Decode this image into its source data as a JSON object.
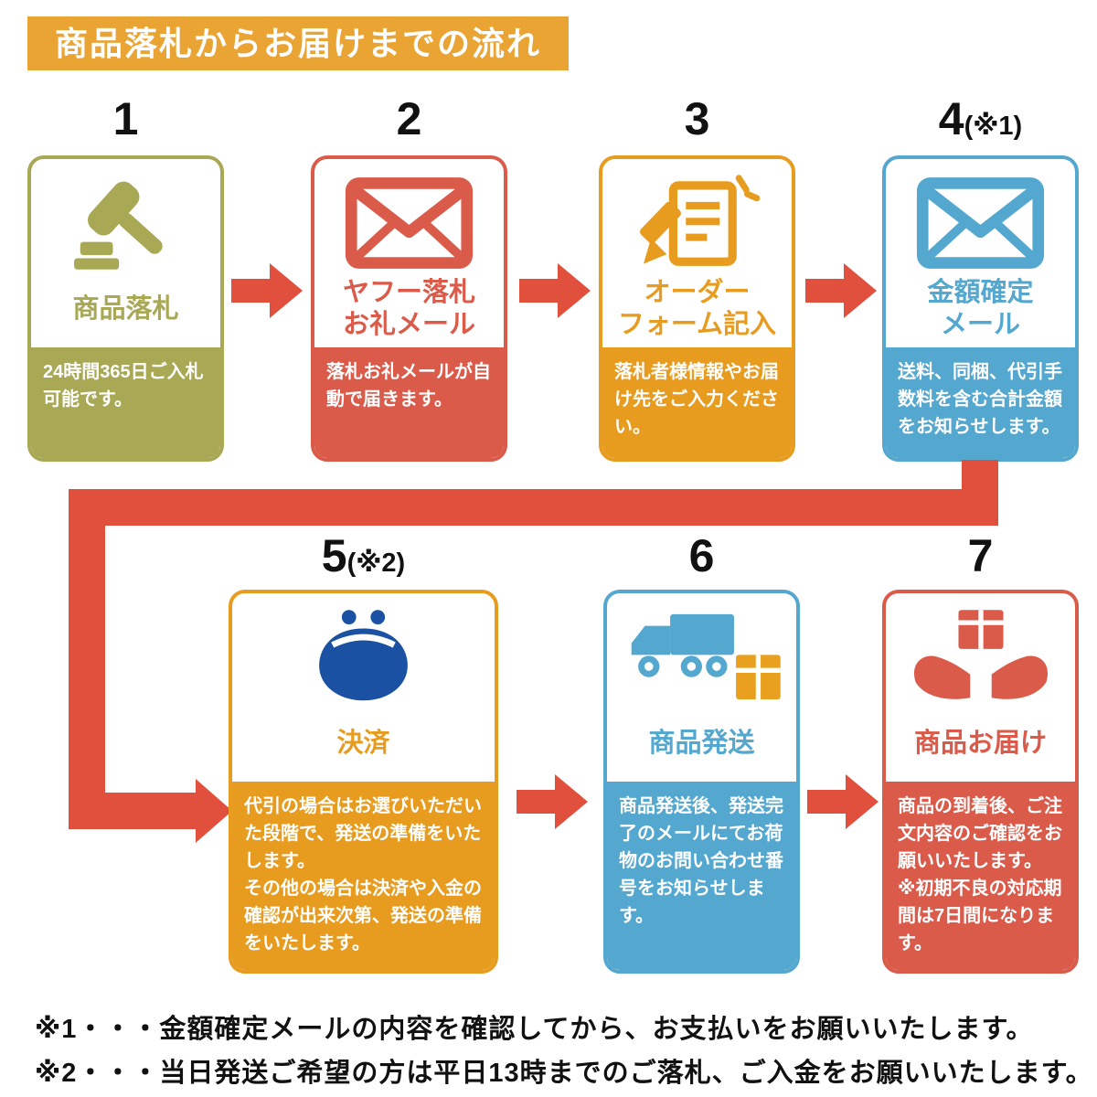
{
  "page": {
    "title": "商品落札からお届けまでの流れ"
  },
  "colors": {
    "banner_orange": "#E9A433",
    "olive": "#A8A855",
    "red": "#DB5B4B",
    "orange": "#E89C1F",
    "blue": "#54A7CE",
    "arrow_red": "#E0503C",
    "purse_blue": "#1A51A2",
    "box_orange": "#E8A01E"
  },
  "steps": [
    {
      "number": "1",
      "note": "",
      "title": "商品落札",
      "description": "24時間365日ご入札可能です。",
      "icon": "gavel-icon",
      "color": "#A8A855"
    },
    {
      "number": "2",
      "note": "",
      "title": "ヤフー落札\nお礼メール",
      "description": "落札お礼メールが自動で届きます。",
      "icon": "mail-icon",
      "color": "#DB5B4B"
    },
    {
      "number": "3",
      "note": "",
      "title": "オーダー\nフォーム記入",
      "description": "落札者様情報やお届け先をご入力ください。",
      "icon": "order-form-icon",
      "color": "#E89C1F"
    },
    {
      "number": "4",
      "note": "(※1)",
      "title": "金額確定\nメール",
      "description": "送料、同梱、代引手数料を含む合計金額をお知らせします。",
      "icon": "mail-icon",
      "color": "#54A7CE"
    },
    {
      "number": "5",
      "note": "(※2)",
      "title": "決済",
      "description": "代引の場合はお選びいただいた段階で、発送の準備をいたします。\nその他の場合は決済や入金の確認が出来次第、発送の準備をいたします。",
      "icon": "purse-icon",
      "color": "#E89C1F"
    },
    {
      "number": "6",
      "note": "",
      "title": "商品発送",
      "description": "商品発送後、発送完了のメールにてお荷物のお問い合わせ番号をお知らせします。",
      "icon": "truck-icon",
      "color": "#54A7CE"
    },
    {
      "number": "7",
      "note": "",
      "title": "商品お届け",
      "description": "商品の到着後、ご注文内容のご確認をお願いいたします。\n※初期不良の対応期間は7日間になります。",
      "icon": "delivery-hands-icon",
      "color": "#DB5B4B"
    }
  ],
  "footnotes": [
    "※1・・・金額確定メールの内容を確認してから、お支払いをお願いいたします。",
    "※2・・・当日発送ご希望の方は平日13時までのご落札、ご入金をお願いいたします。"
  ]
}
